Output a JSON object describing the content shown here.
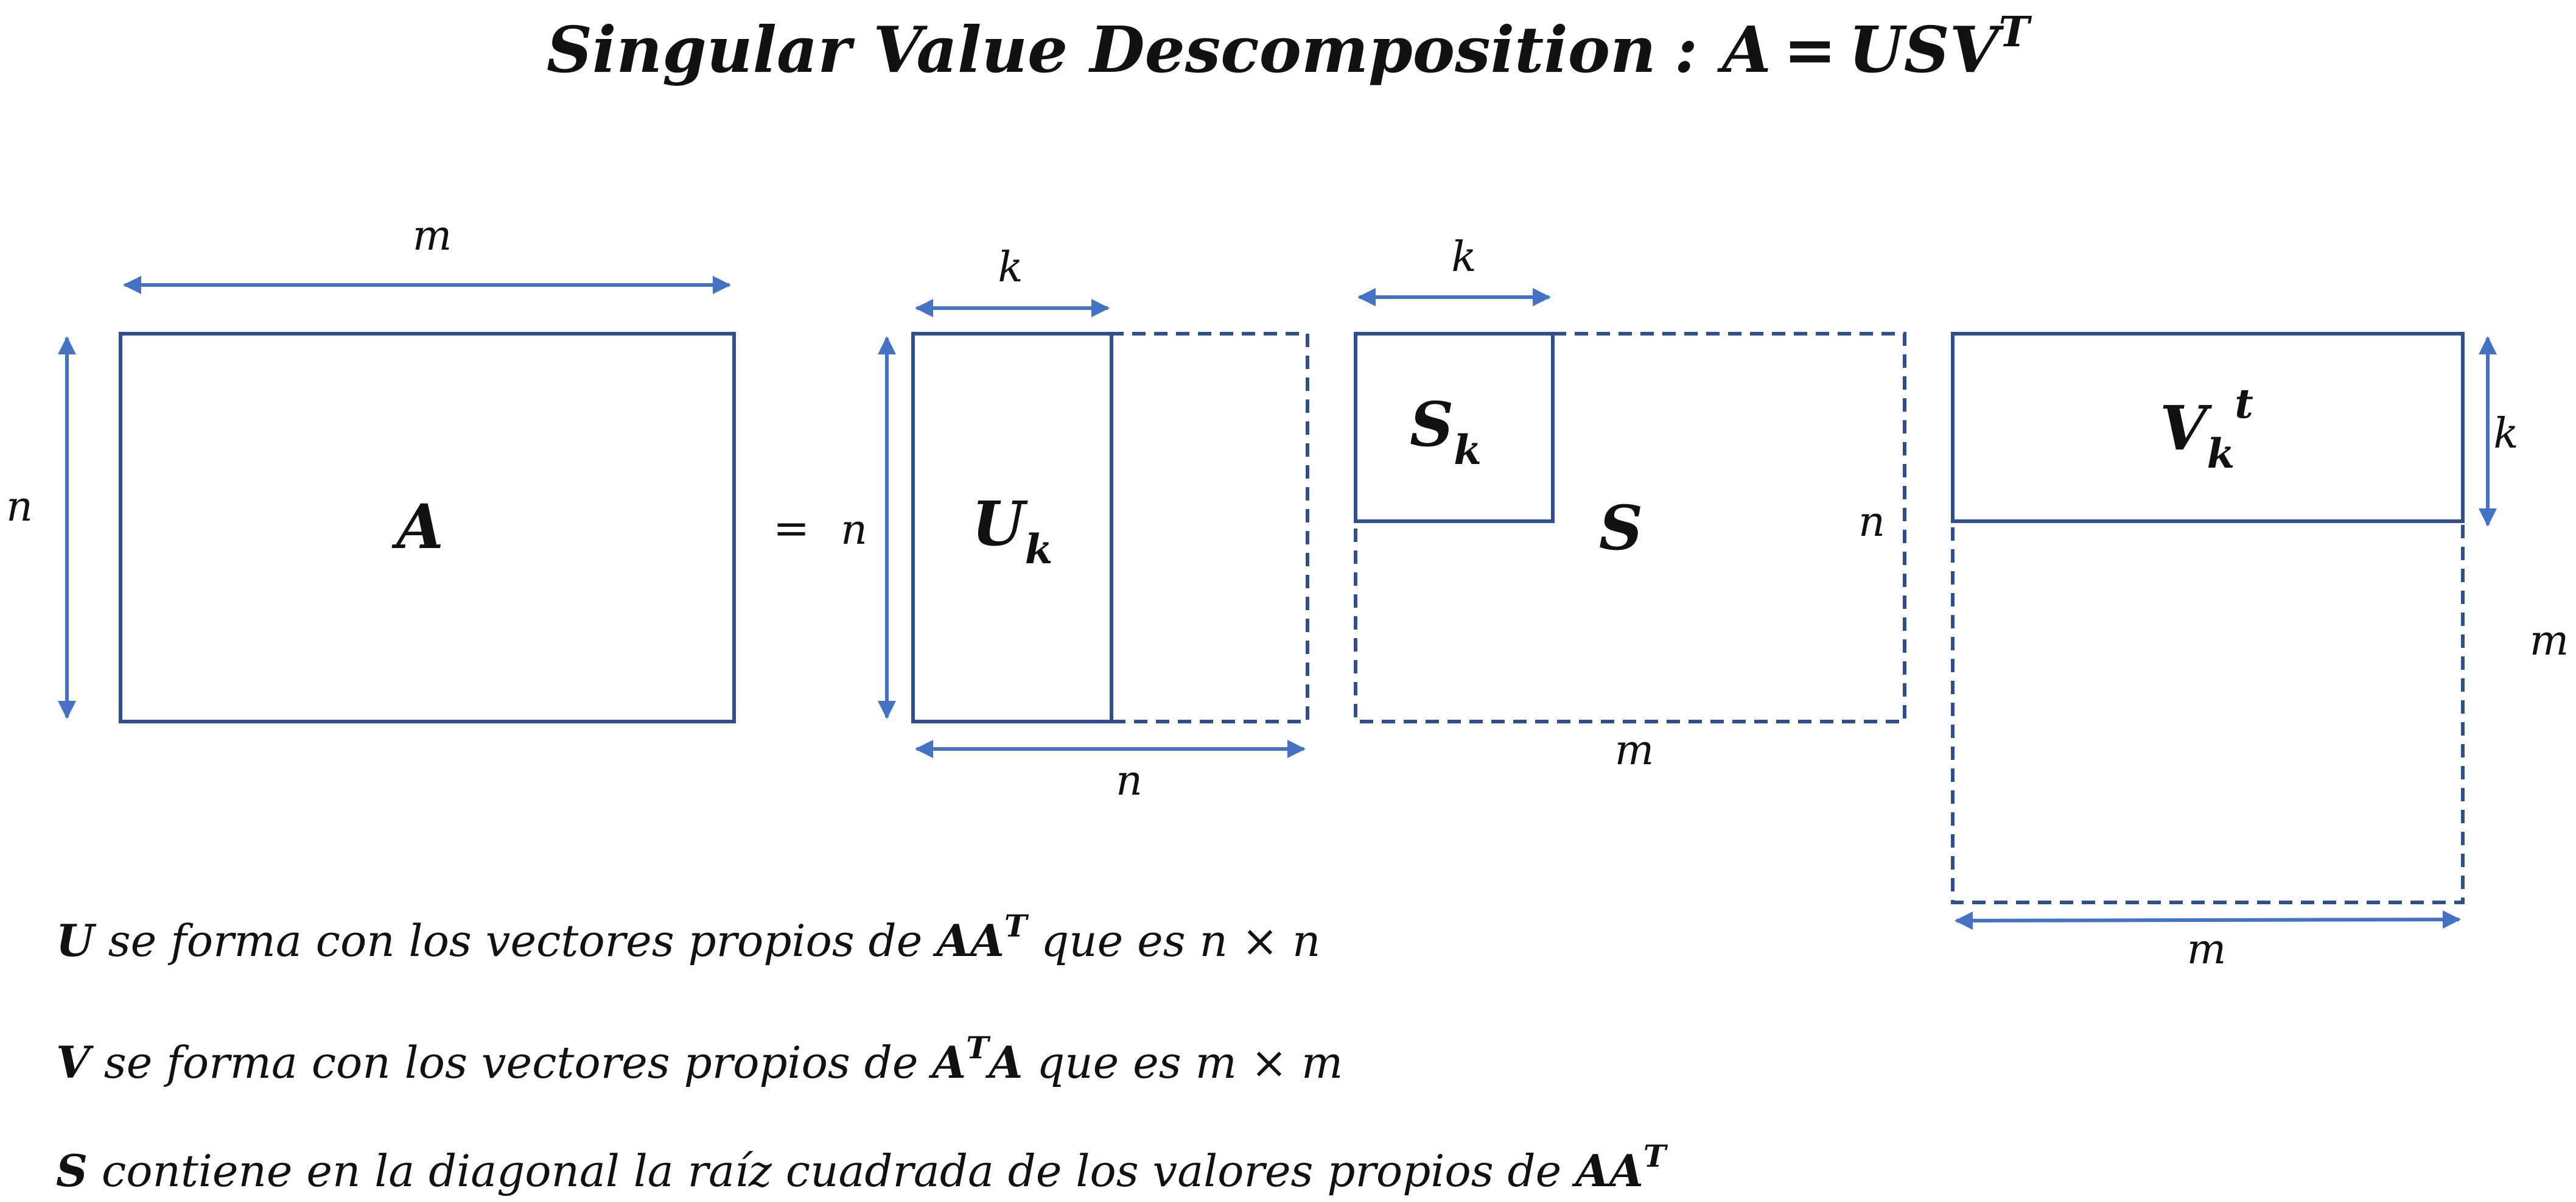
{
  "title": {
    "text": "Singular Value Descomposition",
    "separator": ":",
    "formula_lhs": "A",
    "equals": "=",
    "formula_rhs": "USV",
    "formula_sup": "T"
  },
  "equals_sign": "=",
  "matrices": {
    "a": {
      "label": "A"
    },
    "uk": {
      "base": "U",
      "sub": "k"
    },
    "sk": {
      "base": "S",
      "sub": "k"
    },
    "s": {
      "label": "S"
    },
    "vkt": {
      "base": "V",
      "sub": "k",
      "sup": "t"
    }
  },
  "dimensions": {
    "a_width": "m",
    "a_height": "n",
    "uk_height": "n",
    "uk_width": "k",
    "u_width": "n",
    "sk_width": "k",
    "s_height": "n",
    "s_width": "m",
    "vkt_height": "k",
    "v_height": "m",
    "v_width": "m"
  },
  "notes": [
    {
      "bold": "U",
      "text": " se forma con los vectores propios de ",
      "bold2": "AA",
      "sup2": "T",
      "tail": "  que es n  × n"
    },
    {
      "bold": "V",
      "text": " se forma con los vectores propios de ",
      "bold2": "A",
      "sup2": "T",
      "bold3": "A",
      "tail": "  que es m  × m"
    },
    {
      "bold": "S",
      "text": " contiene en la diagonal la raíz cuadrada de los valores propios de ",
      "bold2": "AA",
      "sup2": "T"
    }
  ]
}
